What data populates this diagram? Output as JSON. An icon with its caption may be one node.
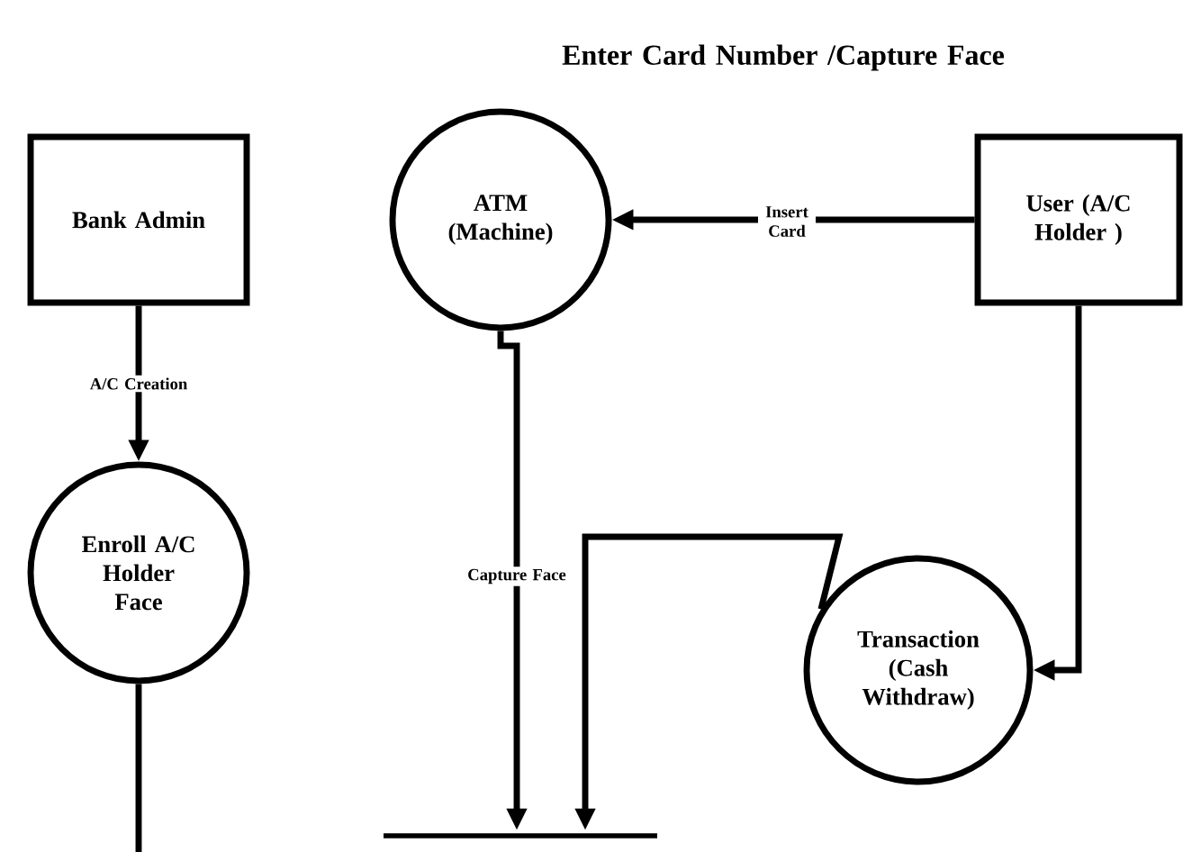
{
  "diagram": {
    "title": "Enter Card Number /Capture Face",
    "nodes": [
      {
        "text": [
          "Bank Admin"
        ]
      },
      {
        "text": [
          "ATM (Machine)"
        ]
      },
      {
        "text": [
          "User (A/C Holder )"
        ]
      },
      {
        "text": [
          "Enroll A/C Holder Face"
        ]
      },
      {
        "text": [
          "Transaction (Cash Withdraw)"
        ]
      },
      {
        "text": [],
        "shape": "bar"
      }
    ],
    "edges": [
      {
        "from": 0,
        "to": 3,
        "arrow": "to",
        "label": "A/C Creation"
      },
      {
        "from": 2,
        "to": 1,
        "arrow": "to",
        "label": "Insert Card"
      },
      {
        "from": 2,
        "to": 4,
        "arrow": "to"
      },
      {
        "from": 1,
        "to": 5,
        "arrow": "to",
        "label": "Capture Face"
      },
      {
        "from": 4,
        "to": 5,
        "arrow": "to"
      },
      {
        "from": 3,
        "to": null,
        "arrow": "none"
      }
    ]
  }
}
